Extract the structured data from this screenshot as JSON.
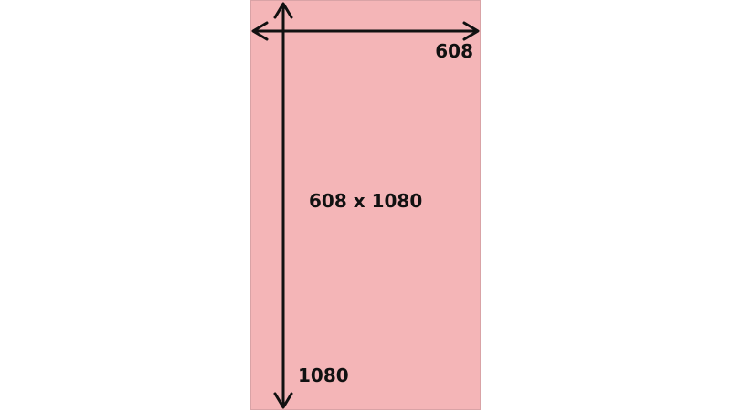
{
  "dimensions": {
    "width_label": "608",
    "height_label": "1080",
    "size_label": "608 x 1080"
  },
  "colors": {
    "panel_fill": "#f4b5b7",
    "panel_border": "#d9a3a6",
    "arrow": "#111111",
    "text": "#111111"
  },
  "icons": {
    "horizontal": "horizontal-double-arrow-icon",
    "vertical": "vertical-double-arrow-icon"
  }
}
